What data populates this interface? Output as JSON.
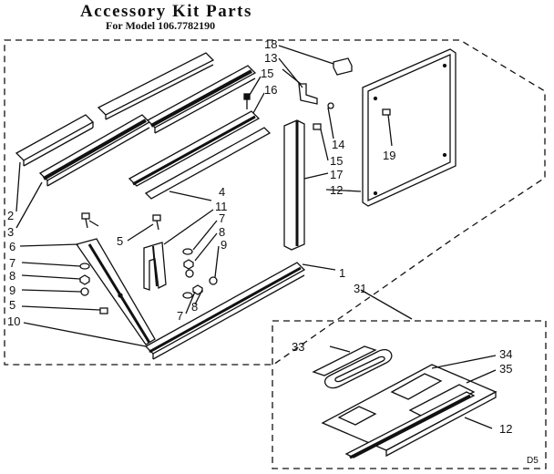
{
  "title": "Accessory Kit Parts",
  "subtitle": "For Model 106.7782190",
  "diagram_code": "D5",
  "callouts": {
    "c2": "2",
    "c3": "3",
    "c6": "6",
    "c7": "7",
    "c8": "8",
    "c9": "9",
    "c5a": "5",
    "c10": "10",
    "c5b": "5",
    "c4": "4",
    "c11": "11",
    "c7b": "7",
    "c8b": "8",
    "c9b": "9",
    "c7c": "7",
    "c8c": "8",
    "c15a": "15",
    "c16": "16",
    "c18": "18",
    "c13": "13",
    "c14": "14",
    "c15b": "15",
    "c17": "17",
    "c12a": "12",
    "c19": "19",
    "c1": "1",
    "c31": "31",
    "c33": "33",
    "c34": "34",
    "c35": "35",
    "c12b": "12"
  }
}
